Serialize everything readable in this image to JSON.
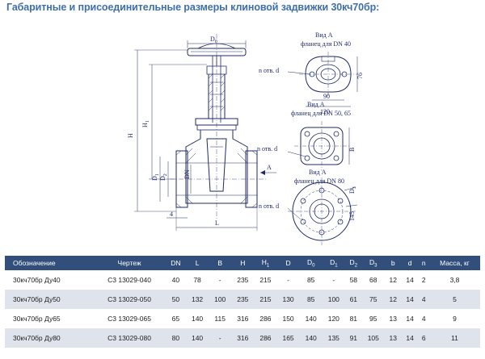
{
  "title": "Габаритные и присоединительные размеры клиновой задвижки 30кч70бр:",
  "drawing": {
    "D0": "D",
    "D0_sub": "0",
    "H": "H",
    "H1": "H",
    "H1_sub": "1",
    "L": "L",
    "dim_4": "4",
    "D1": "D",
    "D1_sub": "1",
    "D2": "D",
    "D2_sub": "2",
    "DN": "DN",
    "A_arrow": "A",
    "view1_title": "Вид A",
    "view1_sub": "фланец для DN 40",
    "view1_n": "n отв. d",
    "view1_90": "90",
    "view1_120": "120",
    "view1_76": "76",
    "view2_title": "Вид A",
    "view2_sub": "фланец для DN 50, 65",
    "view2_n": "n отв. d",
    "view2_B": "B",
    "view3_title": "Вид A",
    "view3_sub": "фланец для DN 80",
    "view3_n": "n отв. d",
    "view3_D3": "D",
    "view3_D3_sub": "3",
    "view3_145": "145"
  },
  "table": {
    "headers": [
      {
        "main": "Обозначение",
        "sub": ""
      },
      {
        "main": "Чертеж",
        "sub": ""
      },
      {
        "main": "DN",
        "sub": ""
      },
      {
        "main": "L",
        "sub": ""
      },
      {
        "main": "B",
        "sub": ""
      },
      {
        "main": "H",
        "sub": ""
      },
      {
        "main": "H",
        "sub": "1"
      },
      {
        "main": "D",
        "sub": ""
      },
      {
        "main": "D",
        "sub": "0"
      },
      {
        "main": "D",
        "sub": "1"
      },
      {
        "main": "D",
        "sub": "2"
      },
      {
        "main": "D",
        "sub": "3"
      },
      {
        "main": "b",
        "sub": ""
      },
      {
        "main": "d",
        "sub": ""
      },
      {
        "main": "n",
        "sub": ""
      },
      {
        "main": "Масса, кг",
        "sub": ""
      }
    ],
    "rows": [
      [
        "30кч70бр Ду40",
        "С3 13029-040",
        "40",
        "78",
        "-",
        "235",
        "215",
        "-",
        "85",
        "-",
        "58",
        "68",
        "12",
        "14",
        "2",
        "3,8"
      ],
      [
        "30кч70бр Ду50",
        "С3 13029-050",
        "50",
        "132",
        "100",
        "235",
        "215",
        "130",
        "85",
        "100",
        "61",
        "75",
        "12",
        "14",
        "4",
        "5"
      ],
      [
        "30кч70бр Ду65",
        "С3 13029-065",
        "65",
        "140",
        "115",
        "316",
        "286",
        "150",
        "140",
        "120",
        "81",
        "95",
        "13",
        "14",
        "4",
        "9"
      ],
      [
        "30кч70бр Ду80",
        "С3 13029-080",
        "80",
        "140",
        "-",
        "316",
        "286",
        "165",
        "140",
        "135",
        "91",
        "105",
        "13",
        "14",
        "6",
        "11"
      ]
    ]
  }
}
